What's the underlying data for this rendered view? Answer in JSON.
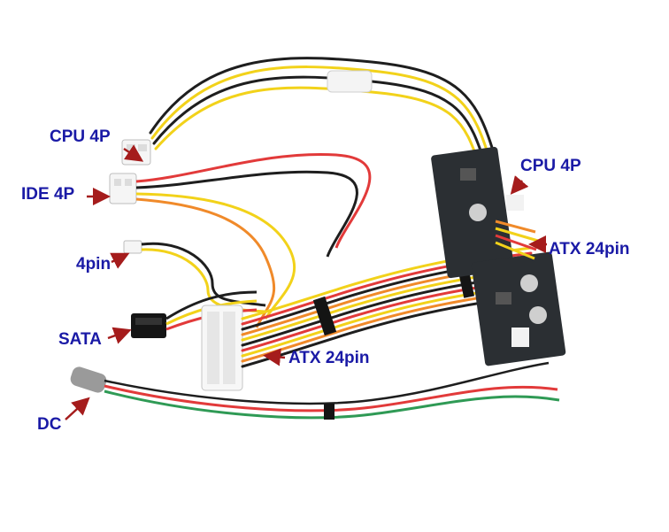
{
  "image": {
    "description_colors": {
      "wire_yellow": "#f2d21a",
      "wire_black": "#1e1e1e",
      "wire_red": "#e23a3a",
      "wire_orange": "#f08a2a",
      "wire_green": "#2f9a55",
      "label_blue": "#1a1aa6",
      "arrow_red": "#a51c1c",
      "board_dark": "#2b2f33"
    },
    "labels": {
      "cpu_left": "CPU 4P",
      "ide": "IDE 4P",
      "pin4": "4pin",
      "sata": "SATA",
      "dc": "DC",
      "cpu_right": "CPU 4P",
      "atx_right": "ATX 24pin",
      "atx_center": "ATX 24pin"
    }
  }
}
